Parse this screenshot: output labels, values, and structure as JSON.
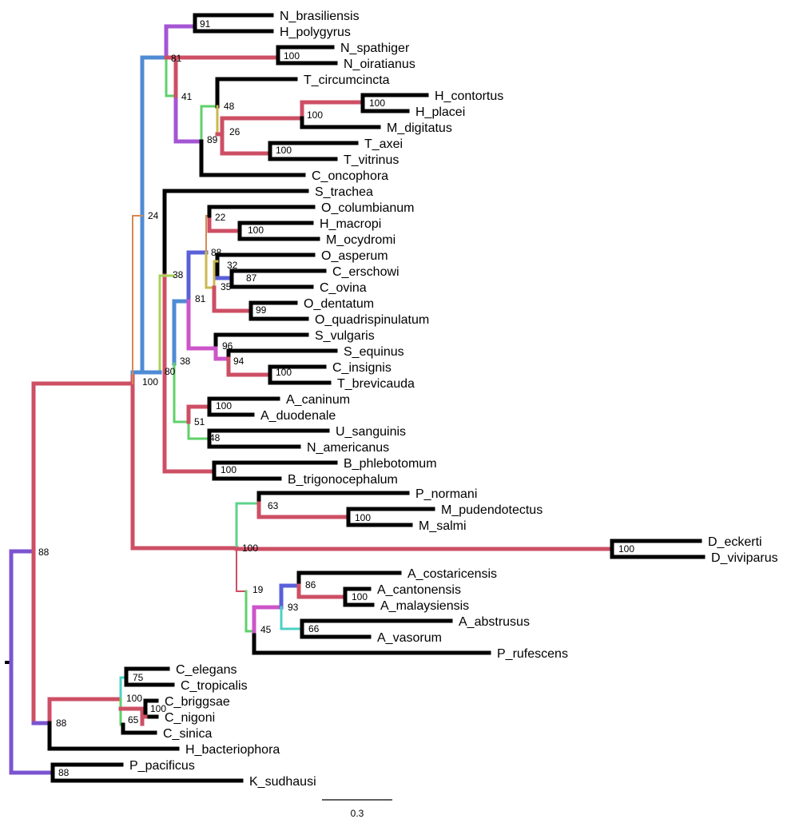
{
  "colors": {
    "red": "#cd4f64",
    "purple": "#7b54d0",
    "violet": "#a455d4",
    "blue": "#4f8bd5",
    "indigo": "#5a60d8",
    "green": "#5fd06a",
    "lime": "#a9d35a",
    "olive": "#c9b84e",
    "orange": "#d58a52",
    "teal": "#4dd0c4",
    "magenta": "#cc55c8",
    "mint": "#5cd38a",
    "black": "#000000"
  },
  "leaves": [
    {
      "id": "N_brasiliensis",
      "label": "N_brasiliensis"
    },
    {
      "id": "H_polygyrus",
      "label": "H_polygyrus"
    },
    {
      "id": "N_spathiger",
      "label": "N_spathiger"
    },
    {
      "id": "N_oiratianus",
      "label": "N_oiratianus"
    },
    {
      "id": "T_circumcincta",
      "label": "T_circumcincta"
    },
    {
      "id": "H_contortus",
      "label": "H_contortus"
    },
    {
      "id": "H_placei",
      "label": "H_placei"
    },
    {
      "id": "M_digitatus",
      "label": "M_digitatus"
    },
    {
      "id": "T_axei",
      "label": "T_axei"
    },
    {
      "id": "T_vitrinus",
      "label": "T_vitrinus"
    },
    {
      "id": "C_oncophora",
      "label": "C_oncophora"
    },
    {
      "id": "S_trachea",
      "label": "S_trachea"
    },
    {
      "id": "O_columbianum",
      "label": "O_columbianum"
    },
    {
      "id": "H_macropi",
      "label": "H_macropi"
    },
    {
      "id": "M_ocydromi",
      "label": "M_ocydromi"
    },
    {
      "id": "O_asperum",
      "label": "O_asperum"
    },
    {
      "id": "C_erschowi",
      "label": "C_erschowi"
    },
    {
      "id": "C_ovina",
      "label": "C_ovina"
    },
    {
      "id": "O_dentatum",
      "label": "O_dentatum"
    },
    {
      "id": "O_quadrispinulatum",
      "label": "O_quadrispinulatum"
    },
    {
      "id": "S_vulgaris",
      "label": "S_vulgaris"
    },
    {
      "id": "S_equinus",
      "label": "S_equinus"
    },
    {
      "id": "C_insignis",
      "label": "C_insignis"
    },
    {
      "id": "T_brevicauda",
      "label": "T_brevicauda"
    },
    {
      "id": "A_caninum",
      "label": "A_caninum"
    },
    {
      "id": "A_duodenale",
      "label": "A_duodenale"
    },
    {
      "id": "U_sanguinis",
      "label": "U_sanguinis"
    },
    {
      "id": "N_americanus",
      "label": "N_americanus"
    },
    {
      "id": "B_phlebotomum",
      "label": "B_phlebotomum"
    },
    {
      "id": "B_trigonocephalum",
      "label": "B_trigonocephalum"
    },
    {
      "id": "P_normani",
      "label": "P_normani"
    },
    {
      "id": "M_pudendotectus",
      "label": "M_pudendotectus"
    },
    {
      "id": "M_salmi",
      "label": "M_salmi"
    },
    {
      "id": "D_eckerti",
      "label": "D_eckerti"
    },
    {
      "id": "D_viviparus",
      "label": "D_viviparus"
    },
    {
      "id": "A_costaricensis",
      "label": "A_costaricensis"
    },
    {
      "id": "A_cantonensis",
      "label": "A_cantonensis"
    },
    {
      "id": "A_malaysiensis",
      "label": "A_malaysiensis"
    },
    {
      "id": "A_abstrusus",
      "label": "A_abstrusus"
    },
    {
      "id": "A_vasorum",
      "label": "A_vasorum"
    },
    {
      "id": "P_rufescens",
      "label": "P_rufescens"
    },
    {
      "id": "C_elegans",
      "label": "C_elegans"
    },
    {
      "id": "C_tropicalis",
      "label": "C_tropicalis"
    },
    {
      "id": "C_briggsae",
      "label": "C_briggsae"
    },
    {
      "id": "C_nigoni",
      "label": "C_nigoni"
    },
    {
      "id": "C_sinica",
      "label": "C_sinica"
    },
    {
      "id": "H_bacteriophora",
      "label": "H_bacteriophora"
    },
    {
      "id": "P_pacificus",
      "label": "P_pacificus"
    },
    {
      "id": "K_sudhausi",
      "label": "K_sudhausi"
    }
  ],
  "supports": [
    {
      "id": "s_nbras",
      "value": "91"
    },
    {
      "id": "s_nspath",
      "value": "100"
    },
    {
      "id": "s_81a",
      "value": "81"
    },
    {
      "id": "s_41",
      "value": "41"
    },
    {
      "id": "s_48a",
      "value": "48"
    },
    {
      "id": "s_hcon",
      "value": "100"
    },
    {
      "id": "s_hcon_m",
      "value": "100"
    },
    {
      "id": "s_26",
      "value": "26"
    },
    {
      "id": "s_taxei",
      "value": "100"
    },
    {
      "id": "s_89",
      "value": "89"
    },
    {
      "id": "s_24",
      "value": "24"
    },
    {
      "id": "s_22",
      "value": "22"
    },
    {
      "id": "s_hmac",
      "value": "100"
    },
    {
      "id": "s_88a",
      "value": "88"
    },
    {
      "id": "s_32",
      "value": "32"
    },
    {
      "id": "s_87",
      "value": "87"
    },
    {
      "id": "s_35",
      "value": "35"
    },
    {
      "id": "s_99",
      "value": "99"
    },
    {
      "id": "s_38a",
      "value": "38"
    },
    {
      "id": "s_81b",
      "value": "81"
    },
    {
      "id": "s_96",
      "value": "96"
    },
    {
      "id": "s_94",
      "value": "94"
    },
    {
      "id": "s_cins",
      "value": "100"
    },
    {
      "id": "s_38b",
      "value": "38"
    },
    {
      "id": "s_80",
      "value": "80"
    },
    {
      "id": "s_100a",
      "value": "100"
    },
    {
      "id": "s_acan",
      "value": "100"
    },
    {
      "id": "s_51",
      "value": "51"
    },
    {
      "id": "s_48b",
      "value": "48"
    },
    {
      "id": "s_bphl",
      "value": "100"
    },
    {
      "id": "s_63",
      "value": "63"
    },
    {
      "id": "s_mpud",
      "value": "100"
    },
    {
      "id": "s_100mid",
      "value": "100"
    },
    {
      "id": "s_deck",
      "value": "100"
    },
    {
      "id": "s_86",
      "value": "86"
    },
    {
      "id": "s_acant",
      "value": "100"
    },
    {
      "id": "s_93",
      "value": "93"
    },
    {
      "id": "s_66",
      "value": "66"
    },
    {
      "id": "s_19",
      "value": "19"
    },
    {
      "id": "s_45",
      "value": "45"
    },
    {
      "id": "s_88b",
      "value": "88"
    },
    {
      "id": "s_75",
      "value": "75"
    },
    {
      "id": "s_cbrig",
      "value": "100"
    },
    {
      "id": "s_100c",
      "value": "100"
    },
    {
      "id": "s_65",
      "value": "65"
    },
    {
      "id": "s_88c",
      "value": "88"
    },
    {
      "id": "s_88d",
      "value": "88"
    }
  ],
  "scale_bar": {
    "label": "0.3"
  }
}
